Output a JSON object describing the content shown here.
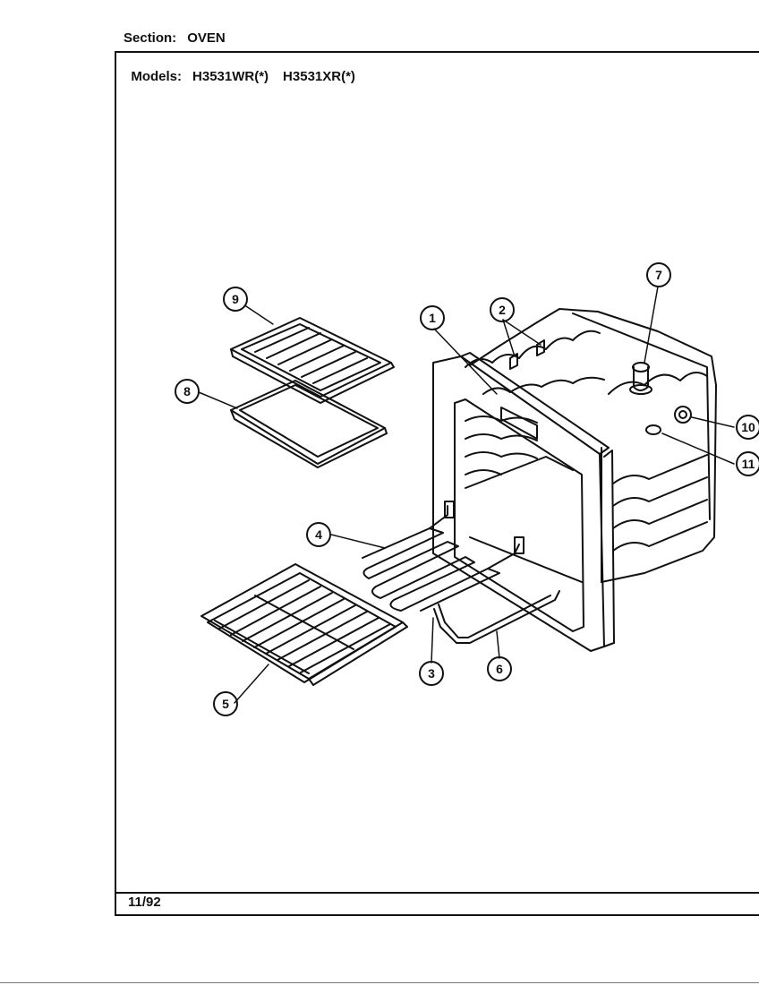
{
  "header": {
    "section_label": "Section:",
    "section_value": "OVEN",
    "models_label": "Models:",
    "models": [
      "H3531WR(*)",
      "H3531XR(*)"
    ]
  },
  "footer": {
    "date": "11/92"
  },
  "callouts": [
    "1",
    "2",
    "3",
    "4",
    "5",
    "6",
    "7",
    "8",
    "9",
    "10",
    "11"
  ]
}
